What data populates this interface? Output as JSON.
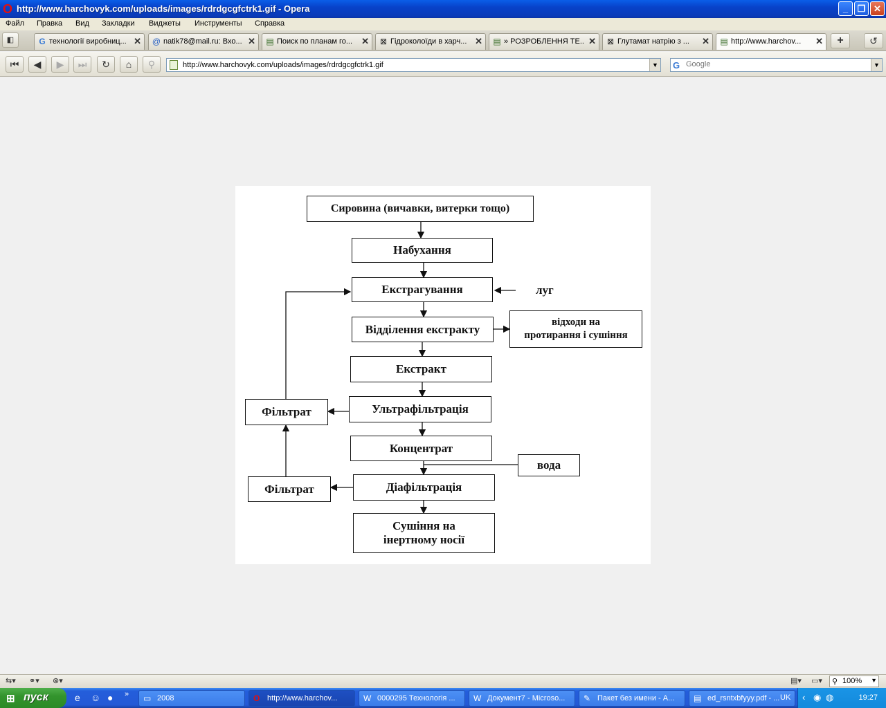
{
  "window": {
    "title": "http://www.harchovyk.com/uploads/images/rdrdgcgfctrk1.gif - Opera",
    "app_icon": "opera-icon",
    "minimize": "_",
    "restore": "❐",
    "close": "✕"
  },
  "menu": [
    "Файл",
    "Правка",
    "Вид",
    "Закладки",
    "Виджеты",
    "Инструменты",
    "Справка"
  ],
  "tabs": [
    {
      "label": "технології виробниц...",
      "icon": "google-icon"
    },
    {
      "label": "natik78@mail.ru: Вхо...",
      "icon": "at-icon"
    },
    {
      "label": "Поиск по планам го...",
      "icon": "document-icon"
    },
    {
      "label": "Гідроколоїди в харч...",
      "icon": "broken-image-icon"
    },
    {
      "label": "» РОЗРОБЛЕННЯ ТЕ...",
      "icon": "document-icon"
    },
    {
      "label": "Глутамат натрію з ...",
      "icon": "broken-image-icon"
    },
    {
      "label": "http://www.harchov...",
      "icon": "document-icon",
      "active": true
    }
  ],
  "nav": {
    "address": "http://www.harchovyk.com/uploads/images/rdrdgcgfctrk1.gif",
    "search_placeholder": "Google"
  },
  "diagram": {
    "raw_material": "Сировина (вичавки, витерки тощо)",
    "swelling": "Набухання",
    "extraction": "Екстрагування",
    "alkali": "луг",
    "separation": "Відділення екстракту",
    "waste_line1": "відходи на",
    "waste_line2": "протирання і сушіння",
    "extract": "Екстракт",
    "ultrafiltration": "Ультрафільтрація",
    "filtrate1": "Фільтрат",
    "concentrate": "Концентрат",
    "water": "вода",
    "diafiltration": "Діафільтрація",
    "filtrate2": "Фільтрат",
    "drying_line1": "Сушіння на",
    "drying_line2": "інертному носії"
  },
  "statusbar": {
    "zoom": "100%"
  },
  "taskbar": {
    "start": "пуск",
    "tasks": [
      {
        "label": "2008",
        "icon": "folder-icon"
      },
      {
        "label": "http://www.harchov...",
        "icon": "opera-icon",
        "active": true
      },
      {
        "label": "0000295 Технологія ...",
        "icon": "word-icon"
      },
      {
        "label": "Документ7 - Microso...",
        "icon": "word-icon"
      },
      {
        "label": "Пакет без имени - А...",
        "icon": "package-icon"
      },
      {
        "label": "ed_rsntxbfyyy.pdf - ...",
        "icon": "pdf-icon"
      }
    ],
    "lang": "UK",
    "clock": "19:27"
  }
}
